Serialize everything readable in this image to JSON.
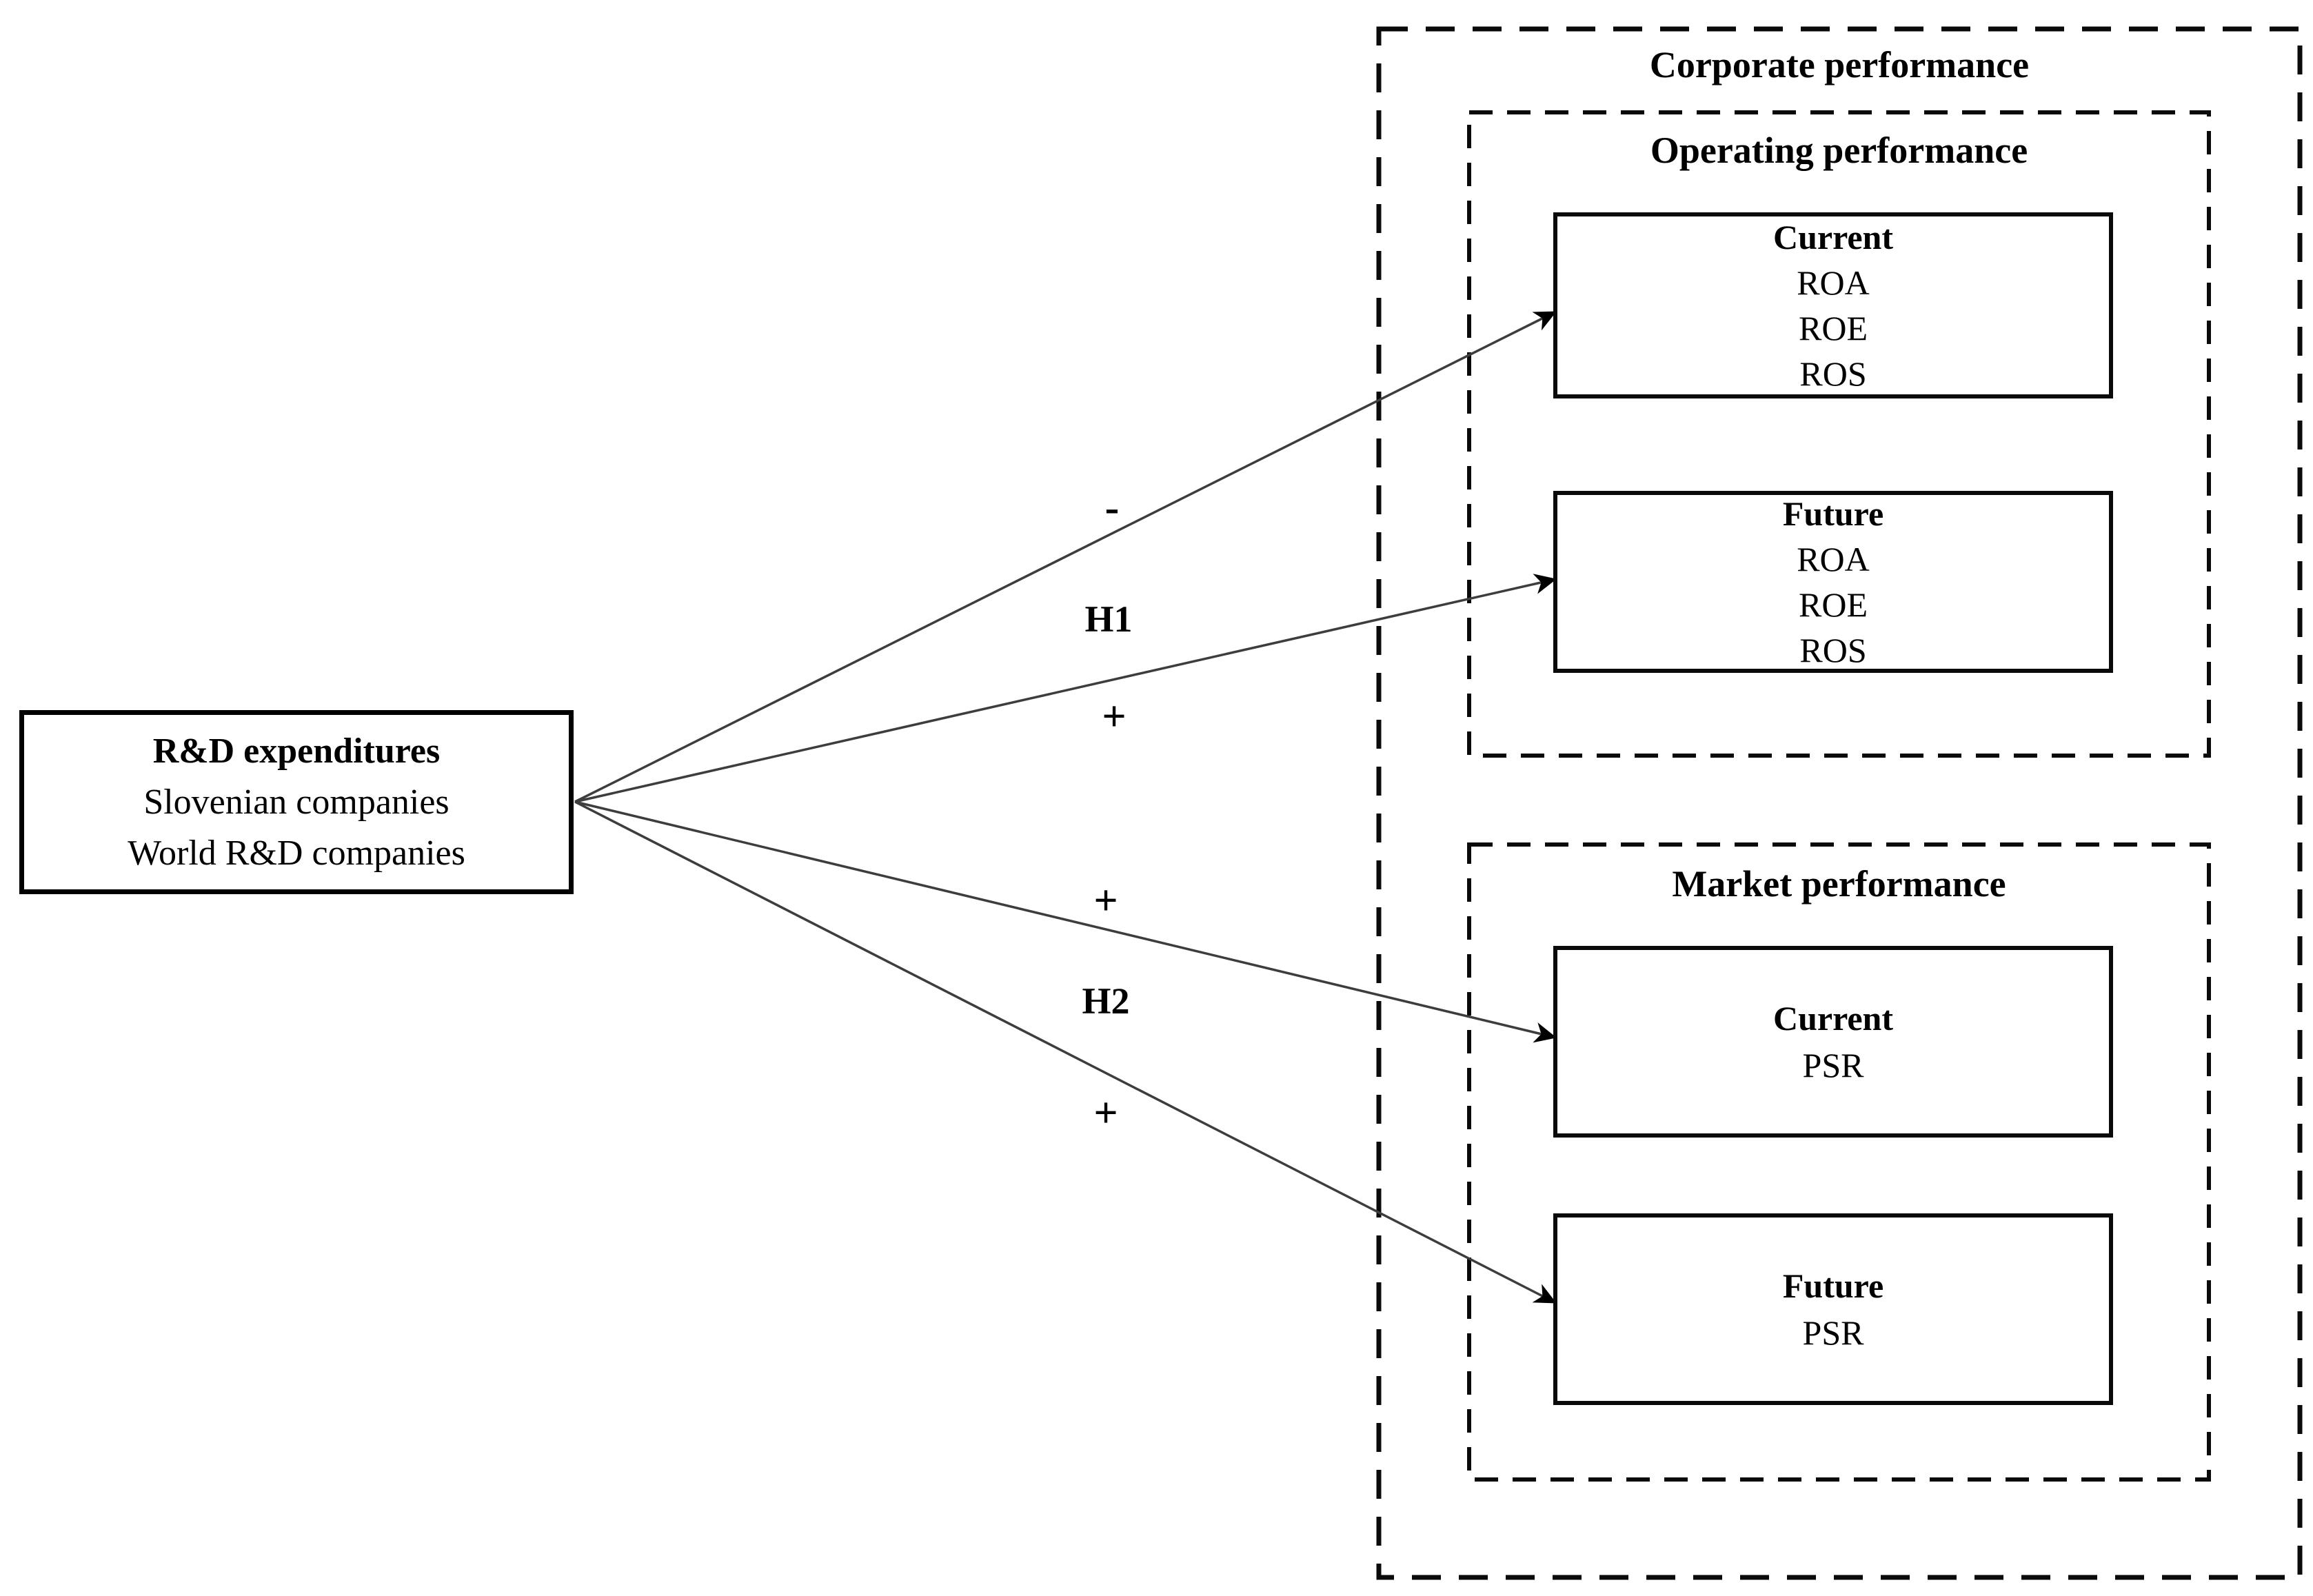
{
  "diagram": {
    "source_box": {
      "title": "R&D expenditures",
      "subtitle1": "Slovenian companies",
      "subtitle2": "World R&D companies"
    },
    "corporate": {
      "title": "Corporate performance"
    },
    "operating": {
      "title": "Operating performance",
      "current": {
        "title": "Current",
        "items": [
          "ROA",
          "ROE",
          "ROS"
        ]
      },
      "future": {
        "title": "Future",
        "items": [
          "ROA",
          "ROE",
          "ROS"
        ]
      }
    },
    "market": {
      "title": "Market performance",
      "current": {
        "title": "Current",
        "items": [
          "PSR"
        ]
      },
      "future": {
        "title": "Future",
        "items": [
          "PSR"
        ]
      }
    },
    "hypotheses": {
      "h1": {
        "label": "H1",
        "upper_sign": "-",
        "lower_sign": "+"
      },
      "h2": {
        "label": "H2",
        "upper_sign": "+",
        "lower_sign": "+"
      }
    },
    "colors": {
      "ink": "#000000",
      "arrow": "#3d3d3d",
      "background": "#ffffff"
    }
  }
}
